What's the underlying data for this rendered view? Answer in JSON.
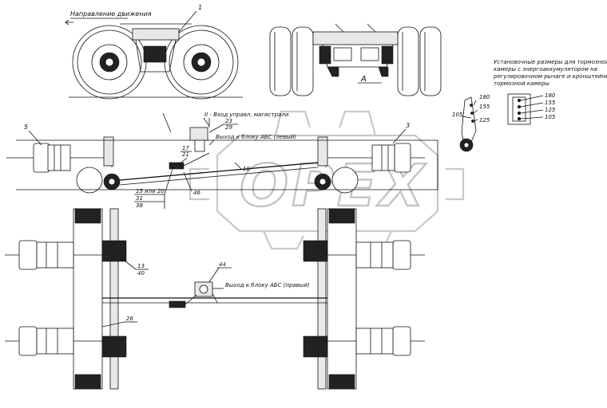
{
  "header": {
    "direction_label": "Направление движения",
    "ref_1": "1"
  },
  "rear_view": {
    "view_label": "А"
  },
  "mounting_note": {
    "lines": [
      "Установочные размеры для тормозной",
      "камеры с энергоаккумулятором на",
      "регулировочном рычаге и кронштейне",
      "тормозной камеры"
    ],
    "lever_dims": [
      "180",
      "155",
      "125",
      "105"
    ],
    "bracket_dims": [
      "180",
      "155",
      "125",
      "105"
    ]
  },
  "callouts": {
    "c5": "5",
    "c3": "3",
    "c23": "23",
    "c29": "29",
    "c17": "17",
    "c21": "21",
    "c10": "10",
    "c15or20": "15 или 20",
    "c31": "31",
    "c38": "38",
    "c46": "46",
    "c13": "13",
    "c40": "40",
    "c44": "44",
    "c26": "26",
    "inlet_label": "II - Вход управл. магистрали",
    "abs_left_label": "Выход к блоку АБС (левый)",
    "abs_right_label": "Выход к блоку АБС (правый)"
  },
  "watermark": {
    "text": "OPEX"
  }
}
